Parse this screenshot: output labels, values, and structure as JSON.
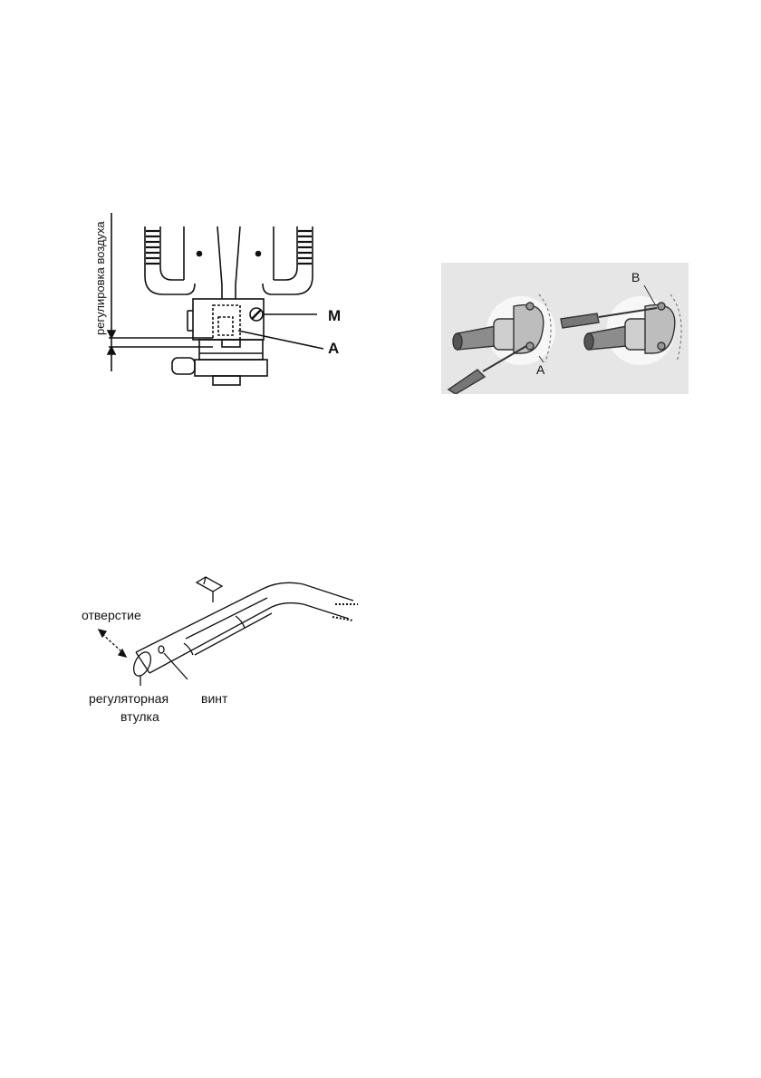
{
  "figure_burner": {
    "vertical_label": "регулировка воздуха",
    "label_m": "M",
    "label_a": "A"
  },
  "figure_screwdriver": {
    "label_a": "A",
    "label_b": "B"
  },
  "figure_tube": {
    "label_opening": "отверстие",
    "label_sleeve_line1": "регуляторная",
    "label_sleeve_line2": "втулка",
    "label_screw": "винт"
  }
}
